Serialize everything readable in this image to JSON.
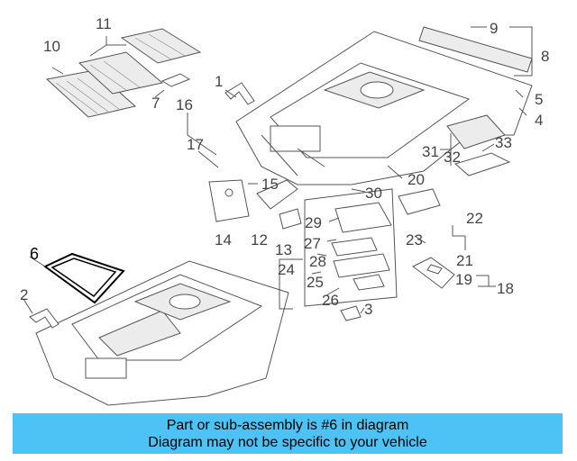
{
  "callouts": {
    "c1": "1",
    "c2": "2",
    "c3": "3",
    "c4": "4",
    "c5": "5",
    "c6": "6",
    "c7": "7",
    "c8": "8",
    "c9": "9",
    "c10": "10",
    "c11": "11",
    "c12": "12",
    "c13": "13",
    "c14": "14",
    "c15": "15",
    "c16": "16",
    "c17": "17",
    "c18": "18",
    "c19": "19",
    "c20": "20",
    "c21": "21",
    "c22": "22",
    "c23": "23",
    "c24": "24",
    "c25": "25",
    "c26": "26",
    "c27": "27",
    "c28": "28",
    "c29": "29",
    "c30": "30",
    "c31": "31",
    "c32": "32",
    "c33": "33"
  },
  "highlighted_part": "6",
  "caption": {
    "line1": "Part or sub-assembly is #6 in diagram",
    "line2": "Diagram may not be specific to your vehicle"
  },
  "colors": {
    "caption_bar": "#4cc3f4",
    "highlight_outline": "#000000",
    "line_art": "#555555"
  }
}
